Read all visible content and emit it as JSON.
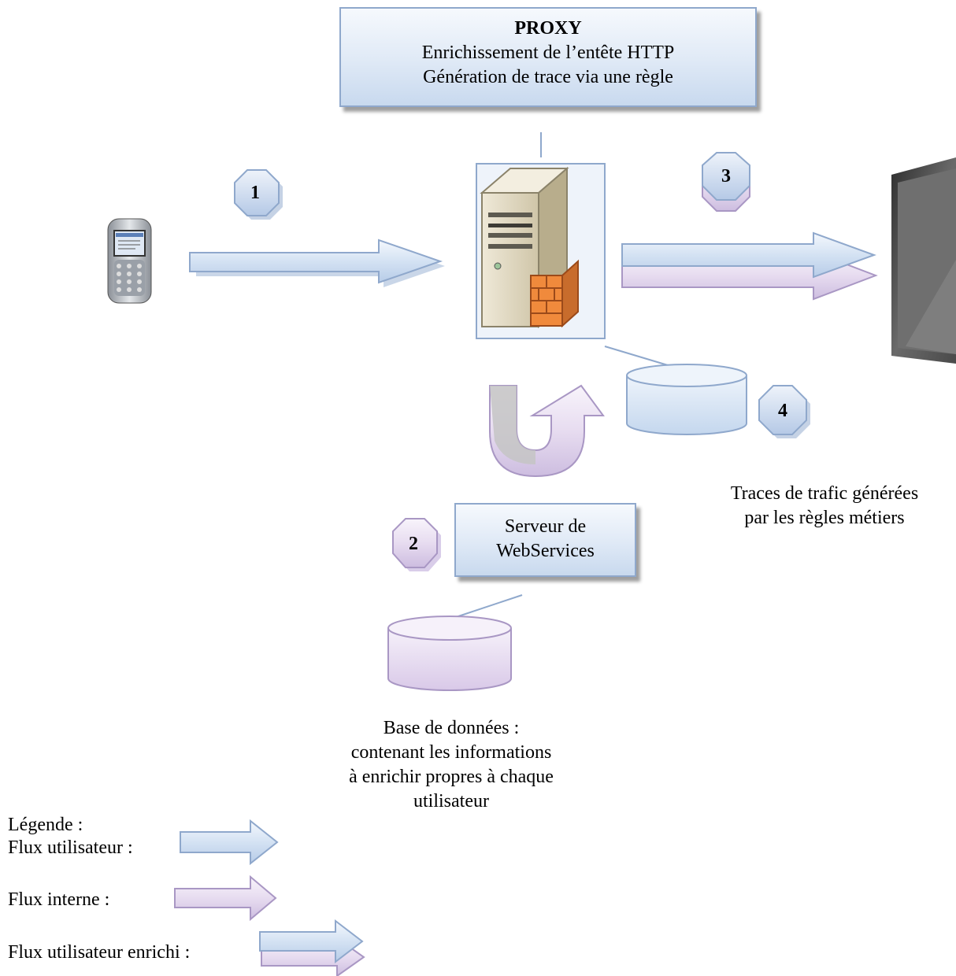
{
  "proxy_box": {
    "title": "PROXY",
    "line1": "Enrichissement de l’entête HTTP",
    "line2": "Génération de trace via une règle"
  },
  "webservices_box": {
    "line1": "Serveur de",
    "line2": "WebServices"
  },
  "badges": [
    "1",
    "2",
    "3",
    "4"
  ],
  "traces_label": {
    "line1": "Traces de trafic générées",
    "line2": "par les règles métiers"
  },
  "database_label": {
    "line1": "Base de données :",
    "line2": "contenant les informations",
    "line3": "à enrichir propres à chaque",
    "line4": "utilisateur"
  },
  "legend": {
    "title": "Légende :",
    "user_flow": "Flux utilisateur :",
    "internal_flow": "Flux interne :",
    "enriched_flow": "Flux utilisateur enrichi :"
  },
  "colors": {
    "user_flow": "#c9dbf0",
    "internal_flow": "#e6dcef",
    "badge": "#c5d6ec",
    "database_traces": "#d8e5f4",
    "database_users": "#e8ddf0"
  }
}
